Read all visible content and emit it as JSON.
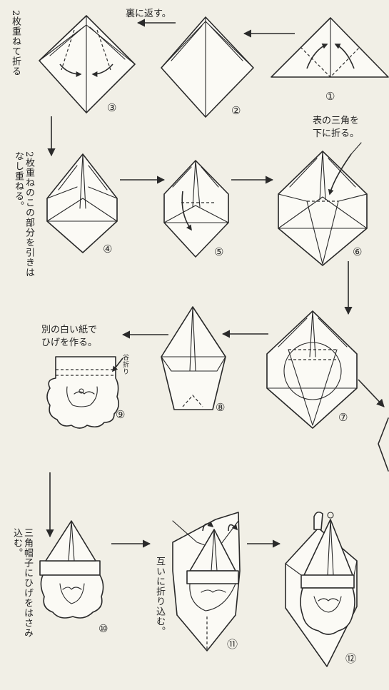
{
  "labels": {
    "step2_turn_over": "裏に返す。",
    "step3_fold": "2枚重ねて折る",
    "step4_pull": "2枚重ねのこの部分を引きはなし重ねる。",
    "step6_front_triangle": "表の三角を下に折る。",
    "step9_white_paper": "別の白い紙でひげを作る。",
    "step9_valley_fold": "谷折り",
    "step10_insert": "三角帽子にひげをはさみ込む。",
    "step11_fold_each": "互いに折り込む。"
  },
  "step_numbers": [
    "①",
    "②",
    "③",
    "④",
    "⑤",
    "⑥",
    "⑦",
    "⑧",
    "⑨",
    "⑩",
    "⑪",
    "⑫"
  ]
}
